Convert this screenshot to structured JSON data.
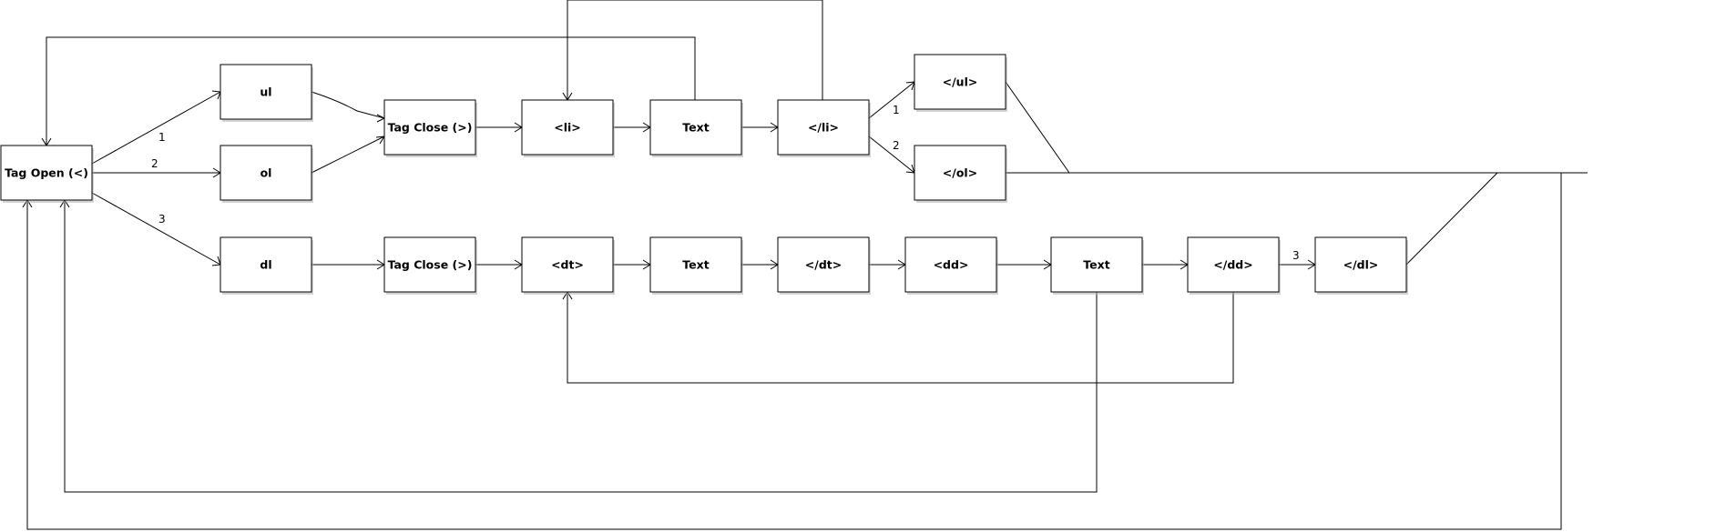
{
  "nodes": {
    "tag_open": "Tag Open (<)",
    "ul": "ul",
    "ol": "ol",
    "dl": "dl",
    "tag_close_list": "Tag Close (>)",
    "li_open": "<li>",
    "li_text": "Text",
    "li_close": "</li>",
    "ul_close": "</ul>",
    "ol_close": "</ol>",
    "tag_close_dl": "Tag Close (>)",
    "dt_open": "<dt>",
    "dt_text": "Text",
    "dt_close": "</dt>",
    "dd_open": "<dd>",
    "dd_text": "Text",
    "dd_close": "</dd>",
    "dl_close": "</dl>"
  },
  "edge_labels": {
    "to_ul": "1",
    "to_ol": "2",
    "to_dl": "3",
    "li_to_ul_close": "1",
    "li_to_ol_close": "2",
    "dd_to_dl_close": "3"
  }
}
